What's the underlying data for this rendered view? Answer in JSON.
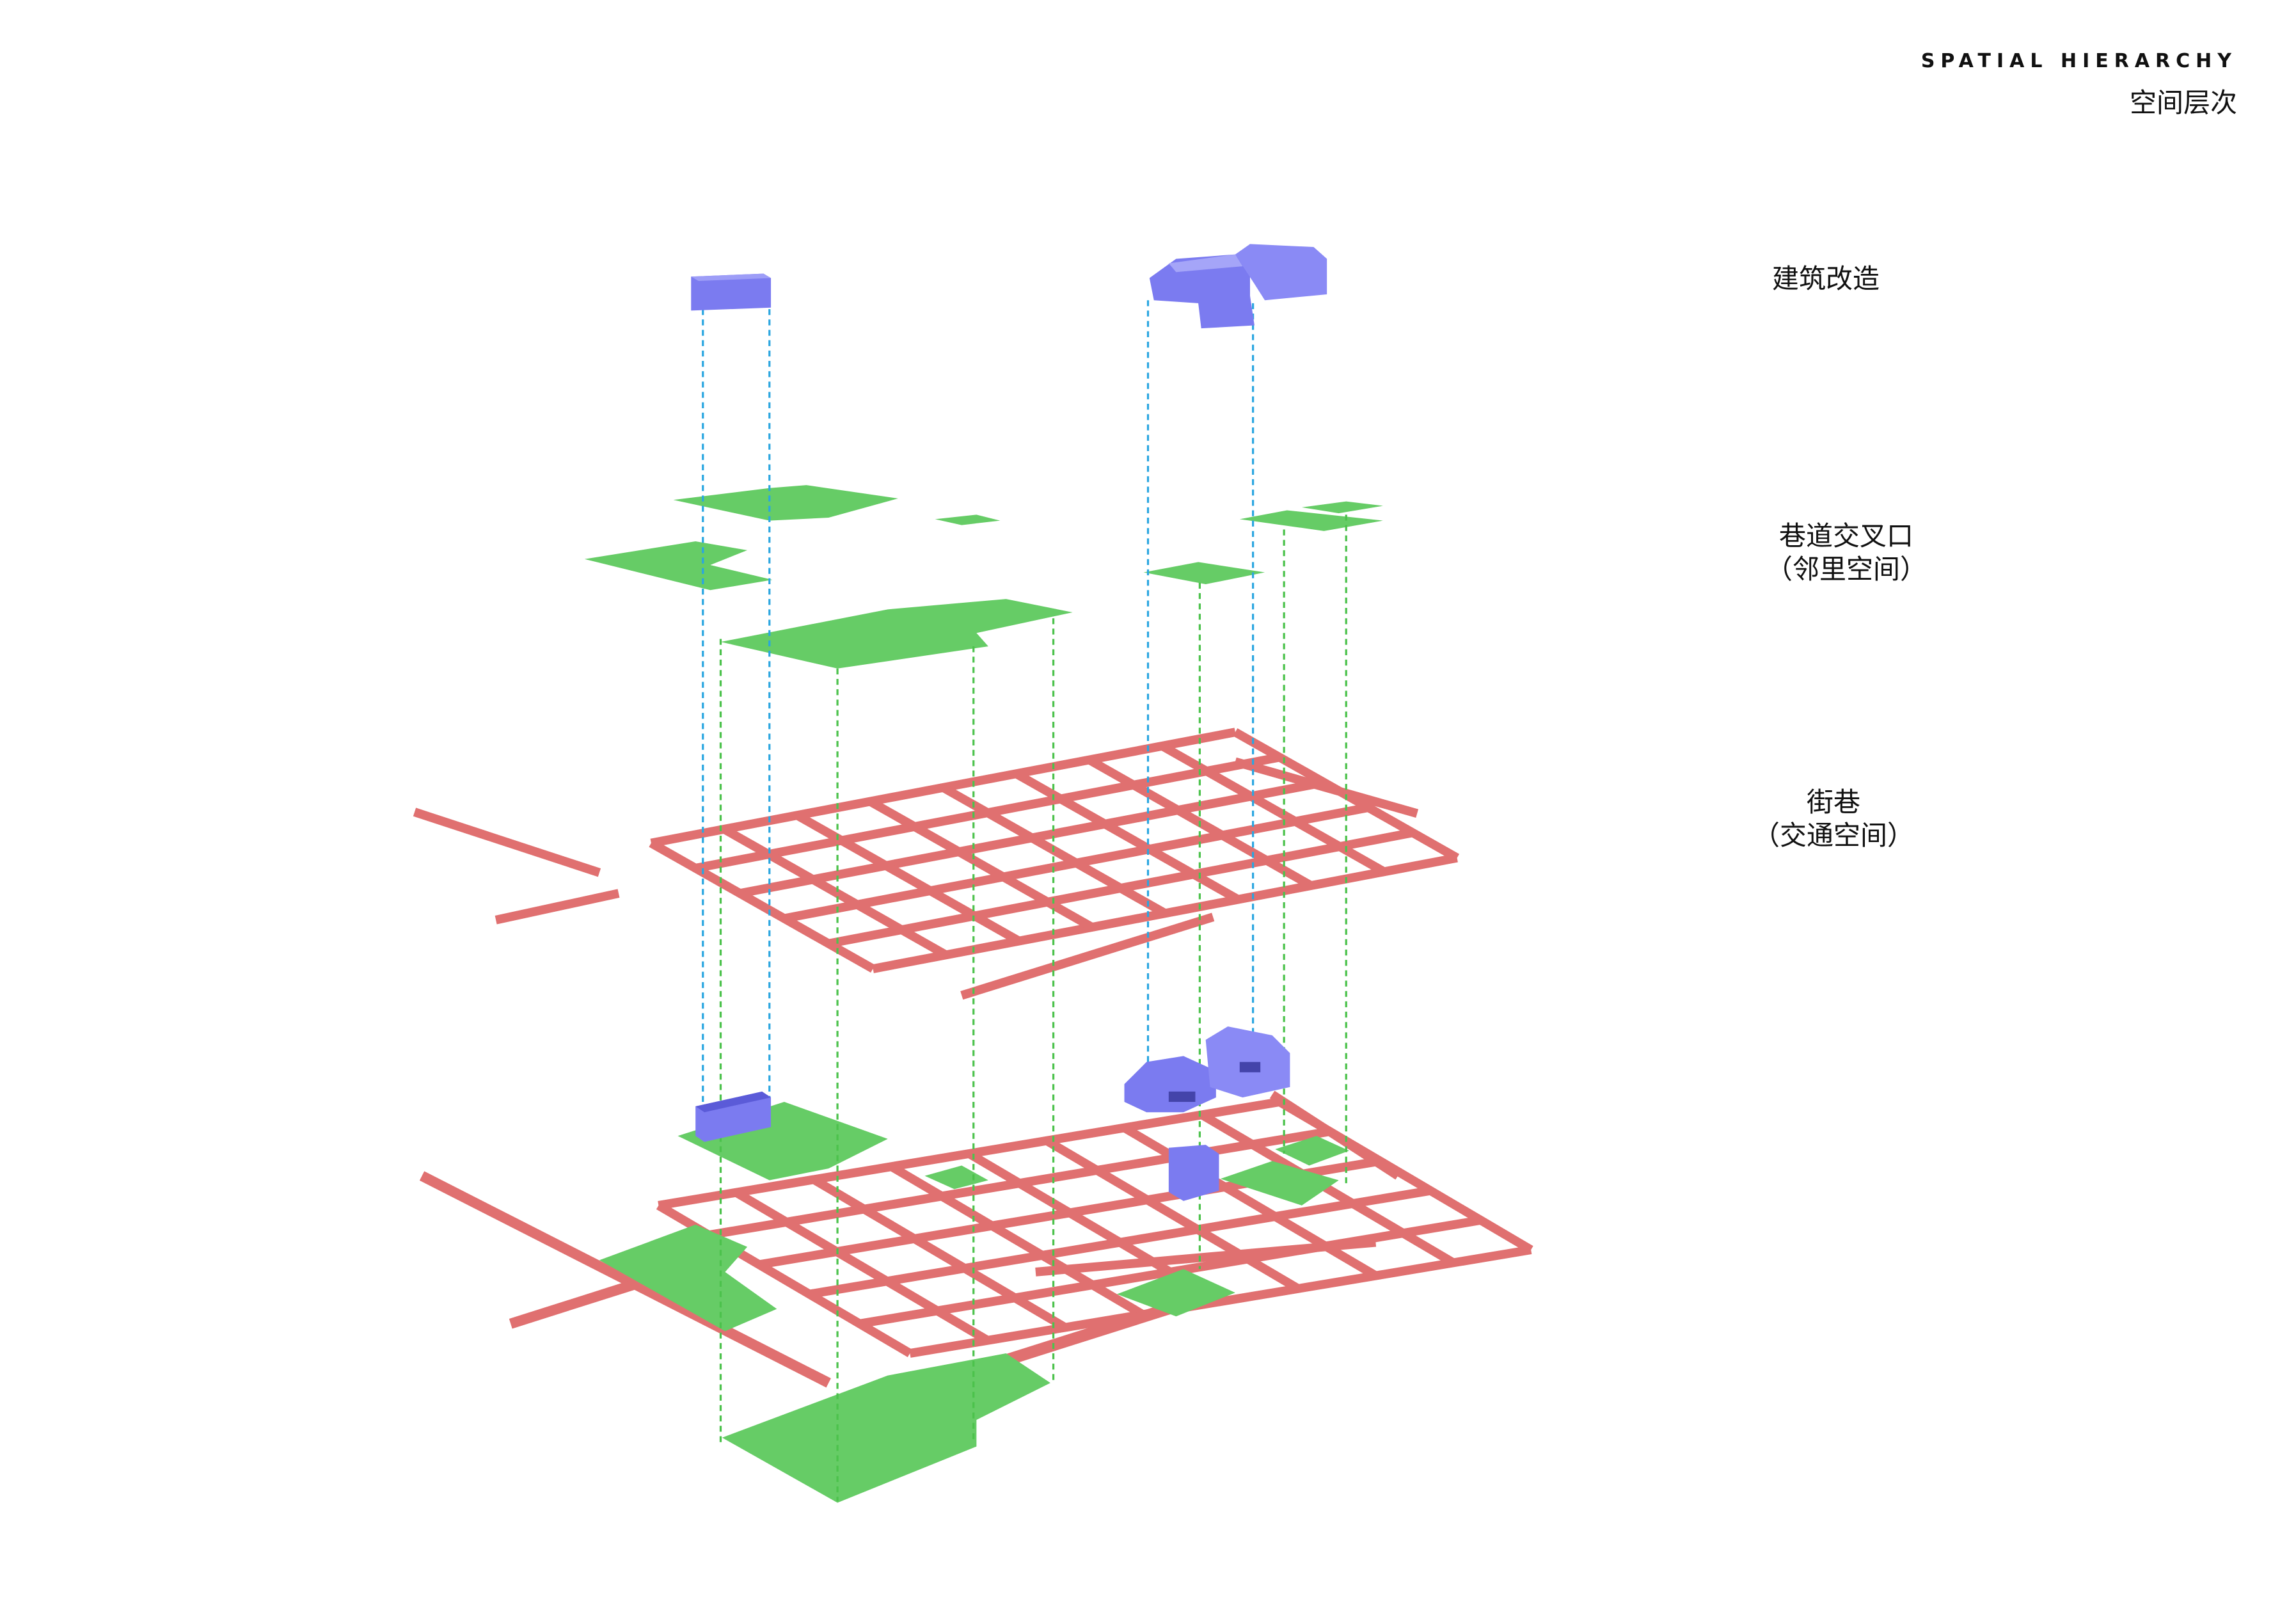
{
  "header": {
    "title_en": "SPATIAL HIERARCHY",
    "title_cn": "空间层次"
  },
  "layers": [
    {
      "line1": "建筑改造",
      "line2": ""
    },
    {
      "line1": "巷道交叉口",
      "line2": "（邻里空间）"
    },
    {
      "line1": "街巷",
      "line2": "（交通空间）"
    }
  ],
  "colors": {
    "street": "#e07070",
    "open_space": "#66cc66",
    "building": "#7b7bf0",
    "building_link": "#2aa6e0",
    "open_space_link": "#4cc24c"
  }
}
